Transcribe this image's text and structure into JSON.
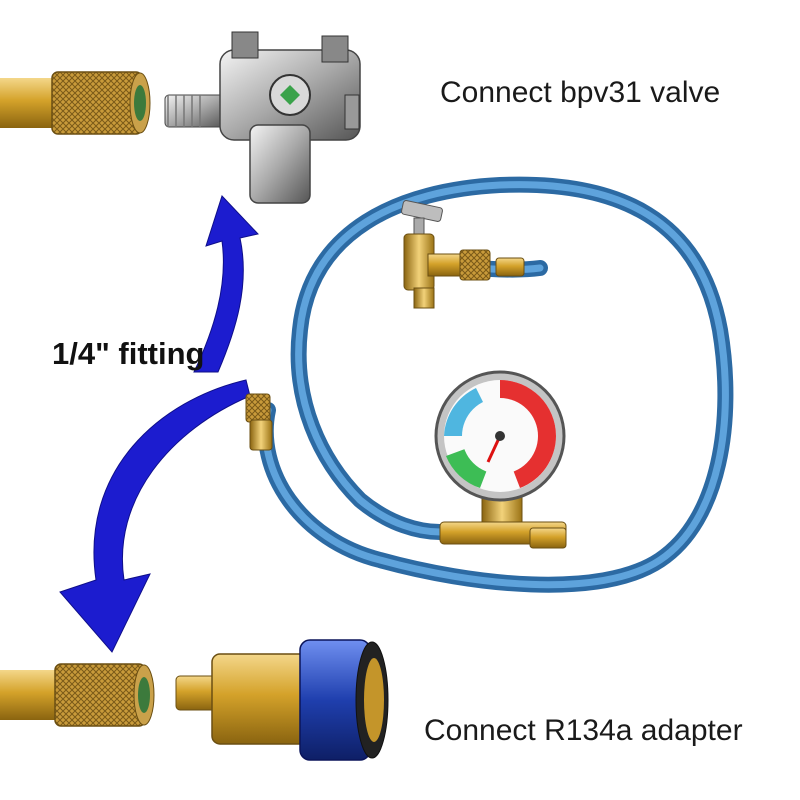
{
  "captions": {
    "top": "Connect bpv31 valve",
    "fitting": "1/4\" fitting",
    "bottom": "Connect R134a adapter"
  },
  "colors": {
    "hose_blue": "#3f86c4",
    "arrow_blue": "#1c1ccf",
    "brass": "#d4a22a",
    "coupler_blue": "#1f3fae",
    "gauge_red": "#e53030",
    "gauge_green": "#3dbd55",
    "gauge_cyan": "#4fb6e0"
  },
  "icons": {
    "valve": "bpv31-piercing-valve-icon",
    "arrow_up": "curved-arrow-up-icon",
    "arrow_down": "curved-arrow-down-icon",
    "gauge": "pressure-gauge-icon",
    "hose": "charging-hose-icon",
    "coupler": "r134a-coupler-icon"
  }
}
